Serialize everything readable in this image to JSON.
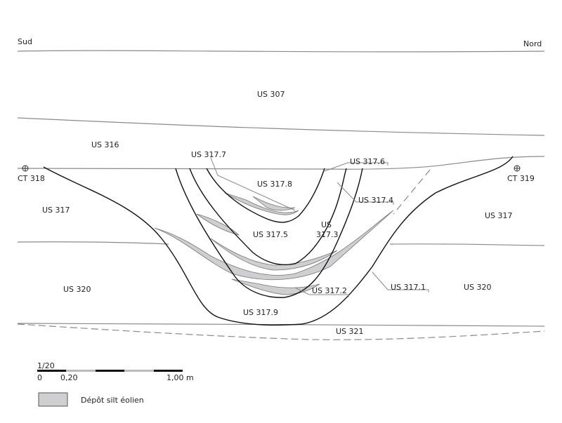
{
  "orientation": {
    "left": "Sud",
    "right": "Nord"
  },
  "units": [
    "US 307",
    "US 316",
    "US 317.7",
    "US 317.6",
    "CT 318",
    "CT 319",
    "US 317.8",
    "US 317.4",
    "US 317",
    "US 317",
    "US",
    "317.3",
    "US 317.5",
    "US 320",
    "US 320",
    "US 317.1",
    "US 317.2",
    "US 317.9",
    "US 321"
  ],
  "scale": {
    "ratio": "1/20",
    "tick_start": "0",
    "tick_mid": "0,20",
    "tick_end": "1,00 m"
  },
  "legend": {
    "label": "Dépôt silt éolien",
    "swatch_color": "#cfcfd1"
  }
}
